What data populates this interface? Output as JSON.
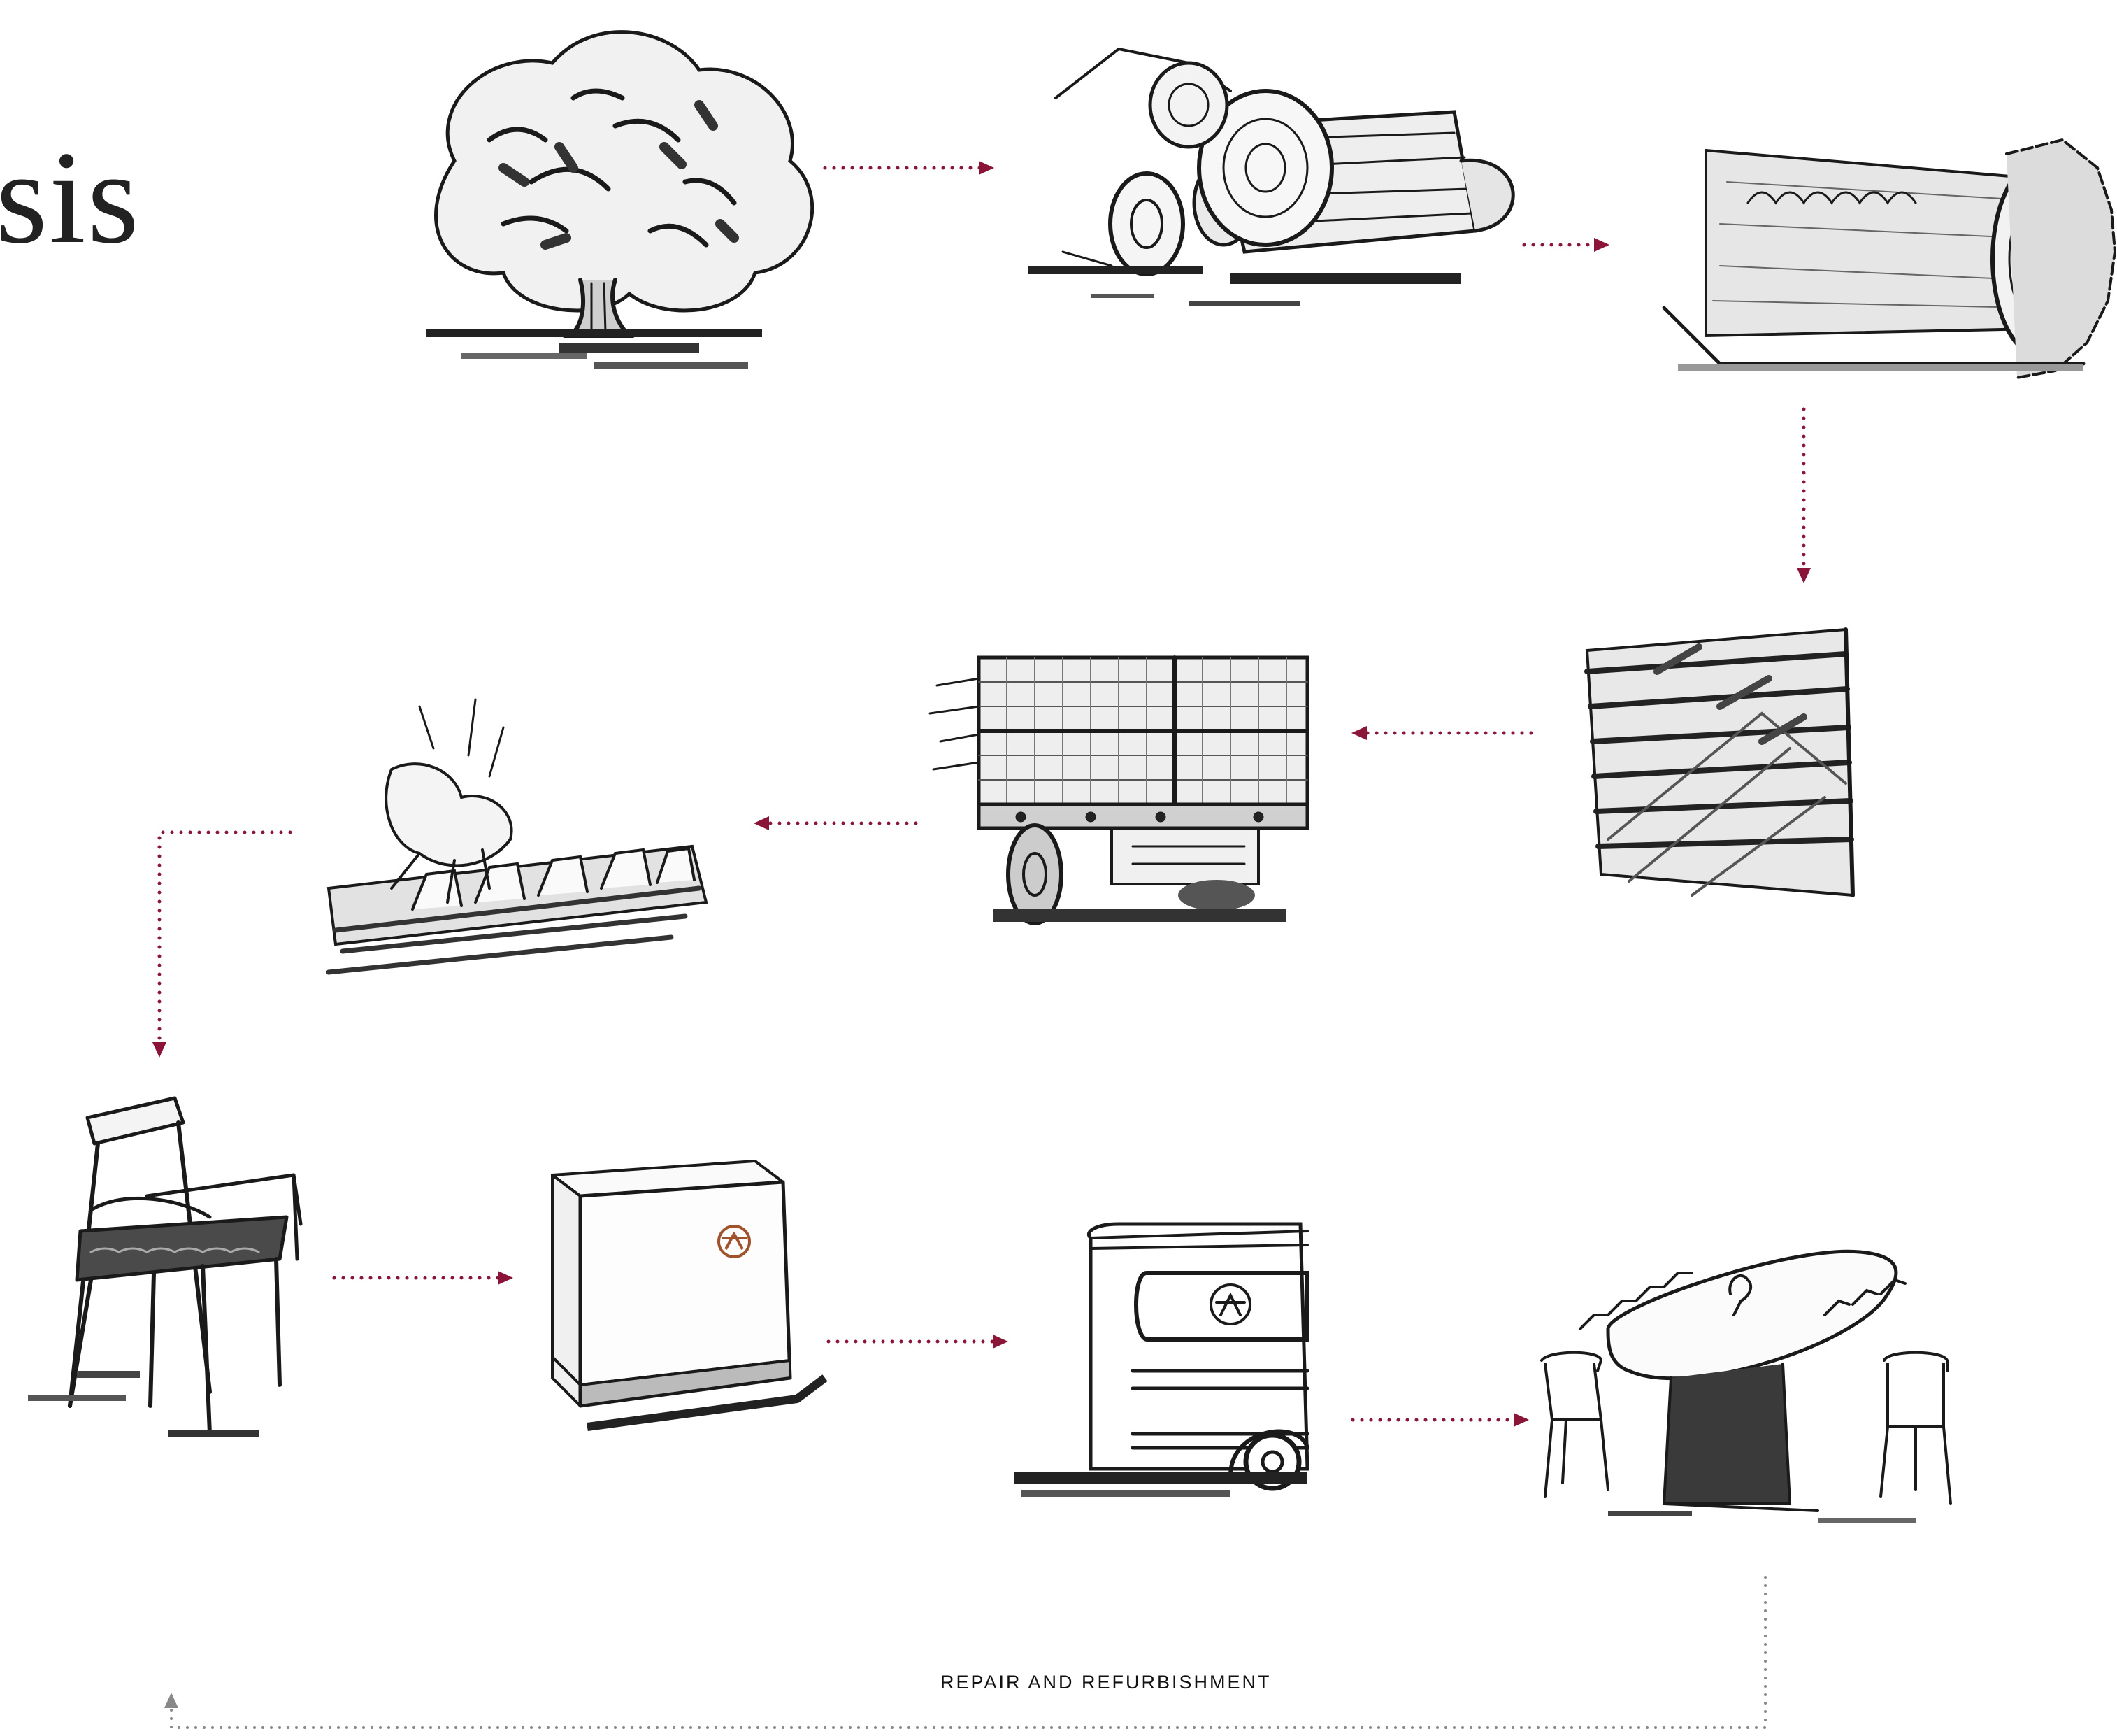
{
  "heading_fragment": "sis",
  "loop_label": "REPAIR AND REFURBISHMENT",
  "colors": {
    "arrow": "#8b1538",
    "loop_arrow": "#888888",
    "ink": "#1a1a1a",
    "logo": "#a0522d"
  },
  "steps": [
    {
      "id": "tree",
      "icon": "oak-tree-sketch-icon"
    },
    {
      "id": "logs",
      "icon": "harvested-logs-sketch-icon"
    },
    {
      "id": "saw",
      "icon": "sawmill-blade-sketch-icon"
    },
    {
      "id": "stacked-planks",
      "icon": "drying-planks-stack-sketch-icon"
    },
    {
      "id": "timber-truck",
      "icon": "timber-truck-sketch-icon"
    },
    {
      "id": "woodworking",
      "icon": "hand-woodworking-sketch-icon"
    },
    {
      "id": "chair",
      "icon": "armchair-sketch-icon"
    },
    {
      "id": "crate",
      "icon": "packaged-crate-sketch-icon"
    },
    {
      "id": "van",
      "icon": "delivery-van-sketch-icon"
    },
    {
      "id": "dining",
      "icon": "dining-table-with-chairs-sketch-icon"
    }
  ]
}
